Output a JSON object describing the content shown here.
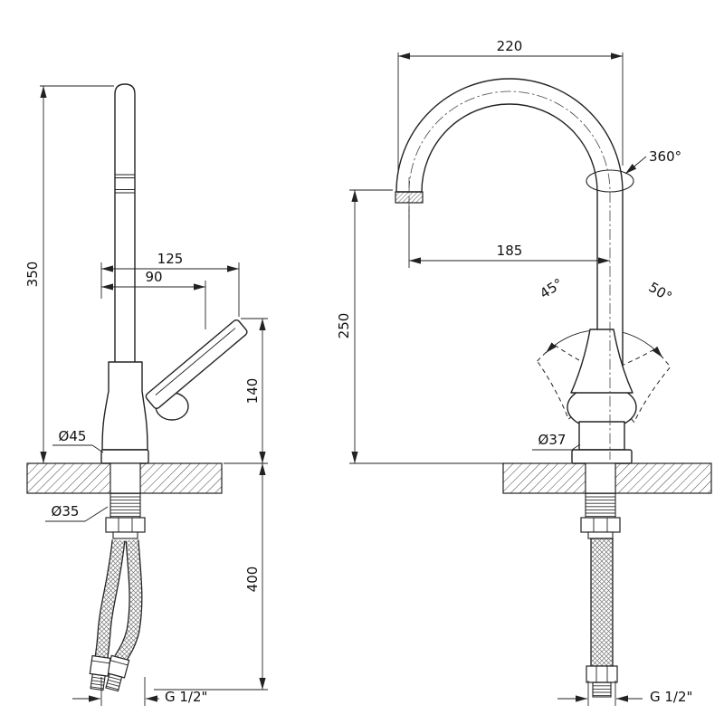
{
  "drawing": {
    "left": {
      "total_height": "350",
      "handle_length_outer": "125",
      "handle_length_inner": "90",
      "handle_height": "140",
      "flange_diameter": "Ø45",
      "shank_diameter": "Ø35",
      "hose_length": "400",
      "thread": "G 1/2\""
    },
    "right": {
      "spout_span": "220",
      "swivel_angle": "360°",
      "spout_reach": "185",
      "spout_height": "250",
      "handle_tilt_left": "45°",
      "handle_tilt_right": "50°",
      "body_diameter": "Ø37",
      "thread": "G 1/2\""
    }
  }
}
